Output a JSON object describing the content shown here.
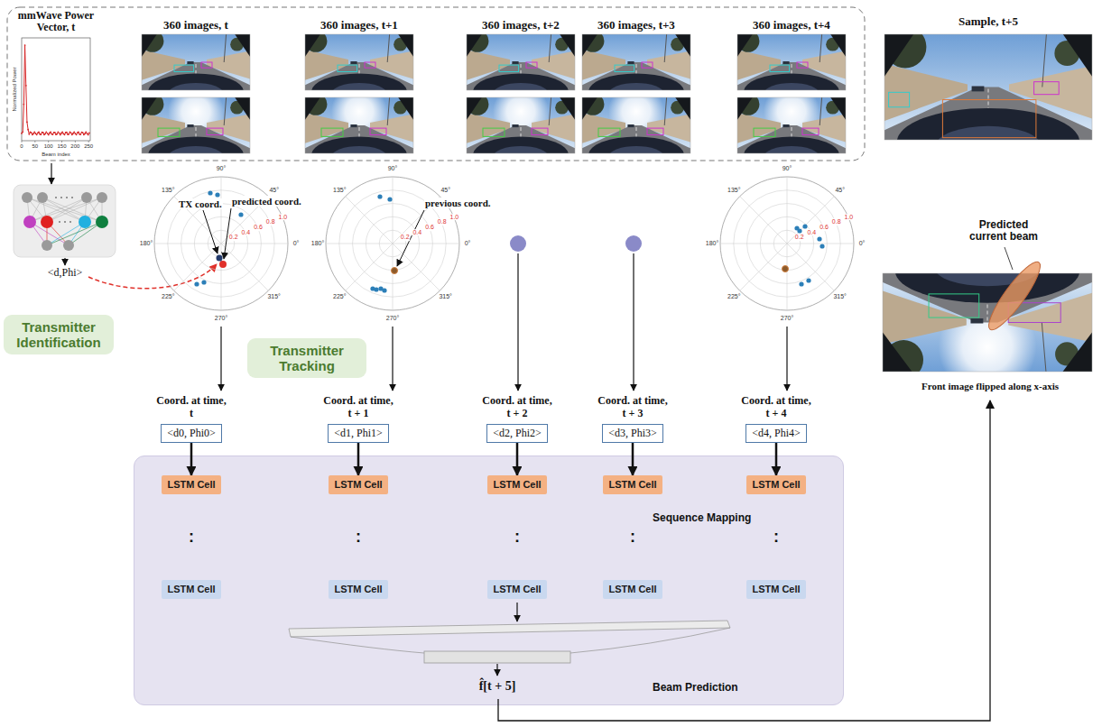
{
  "diagram": {
    "nodes": [
      {
        "text": [
          "Transmitter Identification"
        ]
      },
      {
        "text": [
          "Transmitter Tracking"
        ]
      },
      {
        "text": [
          "Coord. at time, t",
          "<d0, Phi0>"
        ]
      },
      {
        "text": [
          "Coord. at time, t + 1",
          "<d1, Phi1>"
        ]
      },
      {
        "text": [
          "Coord. at time, t + 2",
          "<d2, Phi2>"
        ]
      },
      {
        "text": [
          "Coord. at time, t + 3",
          "<d3, Phi3>"
        ]
      },
      {
        "text": [
          "Coord. at time, t + 4",
          "<d4, Phi4>"
        ]
      },
      {
        "text": [
          "Sequence Mapping",
          "Beam Prediction"
        ]
      },
      {
        "text": [
          "LSTM Cell"
        ],
        "in": 7
      },
      {
        "text": [
          "LSTM Cell"
        ],
        "in": 7
      },
      {
        "text": [
          "LSTM Cell"
        ],
        "in": 7
      },
      {
        "text": [
          "LSTM Cell"
        ],
        "in": 7
      },
      {
        "text": [
          "LSTM Cell"
        ],
        "in": 7
      },
      {
        "text": [
          "LSTM Cell"
        ],
        "in": 7
      },
      {
        "text": [
          "LSTM Cell"
        ],
        "in": 7
      },
      {
        "text": [
          "LSTM Cell"
        ],
        "in": 7
      },
      {
        "text": [
          "LSTM Cell"
        ],
        "in": 7
      },
      {
        "text": [
          "LSTM Cell"
        ],
        "in": 7
      }
    ],
    "edges": [
      {
        "from": 2,
        "to": 8,
        "arrow": "to"
      },
      {
        "from": 3,
        "to": 10,
        "arrow": "to"
      },
      {
        "from": 4,
        "to": 12,
        "arrow": "to"
      },
      {
        "from": 5,
        "to": 14,
        "arrow": "to"
      },
      {
        "from": 6,
        "to": 16,
        "arrow": "to"
      }
    ],
    "labels": [
      "mmWave Power Vector, t",
      "360 images, t",
      "360 images, t+1",
      "360 images, t+2",
      "360 images, t+3",
      "360 images, t+4",
      "Sample, t+5",
      "<d,Phi>",
      "TX coord.",
      "predicted coord.",
      "previous coord.",
      "90°",
      "45°",
      "0°",
      "315°",
      "270°",
      "225°",
      "180°",
      "135°",
      "0.2",
      "0.4",
      "0.6",
      "0.8",
      "1.0",
      "90°",
      "45°",
      "0°",
      "315°",
      "270°",
      "225°",
      "180°",
      "135°",
      "0.2",
      "0.4",
      "0.6",
      "0.8",
      "1.0",
      "90°",
      "45°",
      "0°",
      "315°",
      "270°",
      "225°",
      "180°",
      "135°",
      "0.2",
      "0.4",
      "0.6",
      "0.8",
      "1.0",
      ":",
      ":",
      ":",
      ":",
      ":",
      "f̂[t + 5]",
      "Predicted current beam",
      "Front image flipped along x-axis",
      "0",
      "50",
      "100",
      "150",
      "200",
      "250",
      "Beam index",
      "Normalized Power"
    ]
  }
}
